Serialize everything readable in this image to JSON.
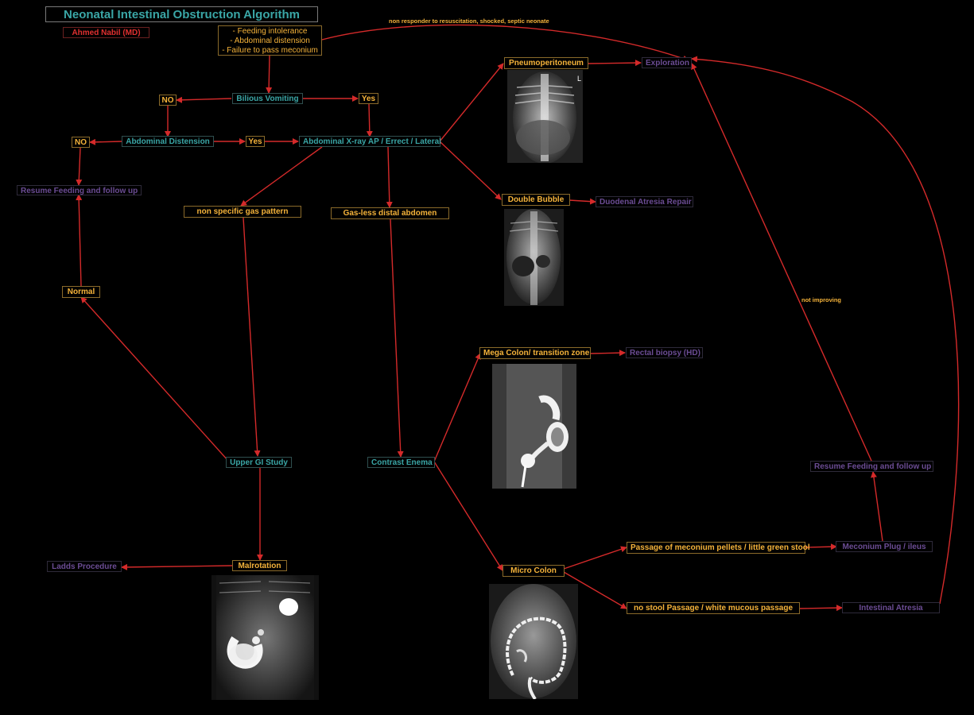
{
  "title": "Neonatal Intestinal Obstruction Algorithm",
  "author": "Ahmed Nabil (MD)",
  "colors": {
    "edge": "#d42a2a",
    "teal": "#3aa6a6",
    "orange": "#f5b33a",
    "purple": "#6b4c94",
    "background": "#000000"
  },
  "nodes": {
    "start": [
      "- Feeding intolerance",
      "- Abdominal distension",
      "- Failure to pass meconium"
    ],
    "bilious": "Bilious Vomiting",
    "no1": "NO",
    "yes1": "Yes",
    "abd_distension": "Abdominal Distension",
    "no2": "NO",
    "yes2": "Yes",
    "xray": "Abdominal X-ray AP / Errect / Lateral",
    "resume_left": "Resume Feeding and follow up",
    "nonspecific": "non specific gas pattern",
    "gasless": "Gas-less distal abdomen",
    "pneumo": "Pneumoperitoneum",
    "exploration": "Exploration",
    "double_bubble": "Double Bubble",
    "duodenal": "Duodenal Atresia Repair",
    "normal": "Normal",
    "megacolon": "Mega Colon/ transition zone",
    "rectal": "Rectal biopsy (HD)",
    "upper_gi": "Upper GI Study",
    "contrast_enema": "Contrast Enema",
    "resume_right": "Resume Feeding and follow up",
    "malrotation": "Malrotation",
    "ladds": "Ladds Procedure",
    "microcolon": "Micro Colon",
    "meconium_pellets": "Passage of meconium pellets / little green stool",
    "meconium_plug": "Meconium Plug / ileus",
    "no_stool": "no stool Passage  / white mucous passage",
    "intestinal_atresia": "Intestinal Atresia"
  },
  "edge_labels": {
    "non_responder": "non responder to resuscitation, shocked, septic neonate",
    "not_improving": "not improving"
  },
  "images": {
    "pneumo_xray": "radiograph-image",
    "double_bubble_xray": "radiograph-image",
    "megacolon_xray": "contrast-radiograph-image",
    "malrotation_xray": "contrast-radiograph-image",
    "microcolon_xray": "contrast-radiograph-image"
  }
}
